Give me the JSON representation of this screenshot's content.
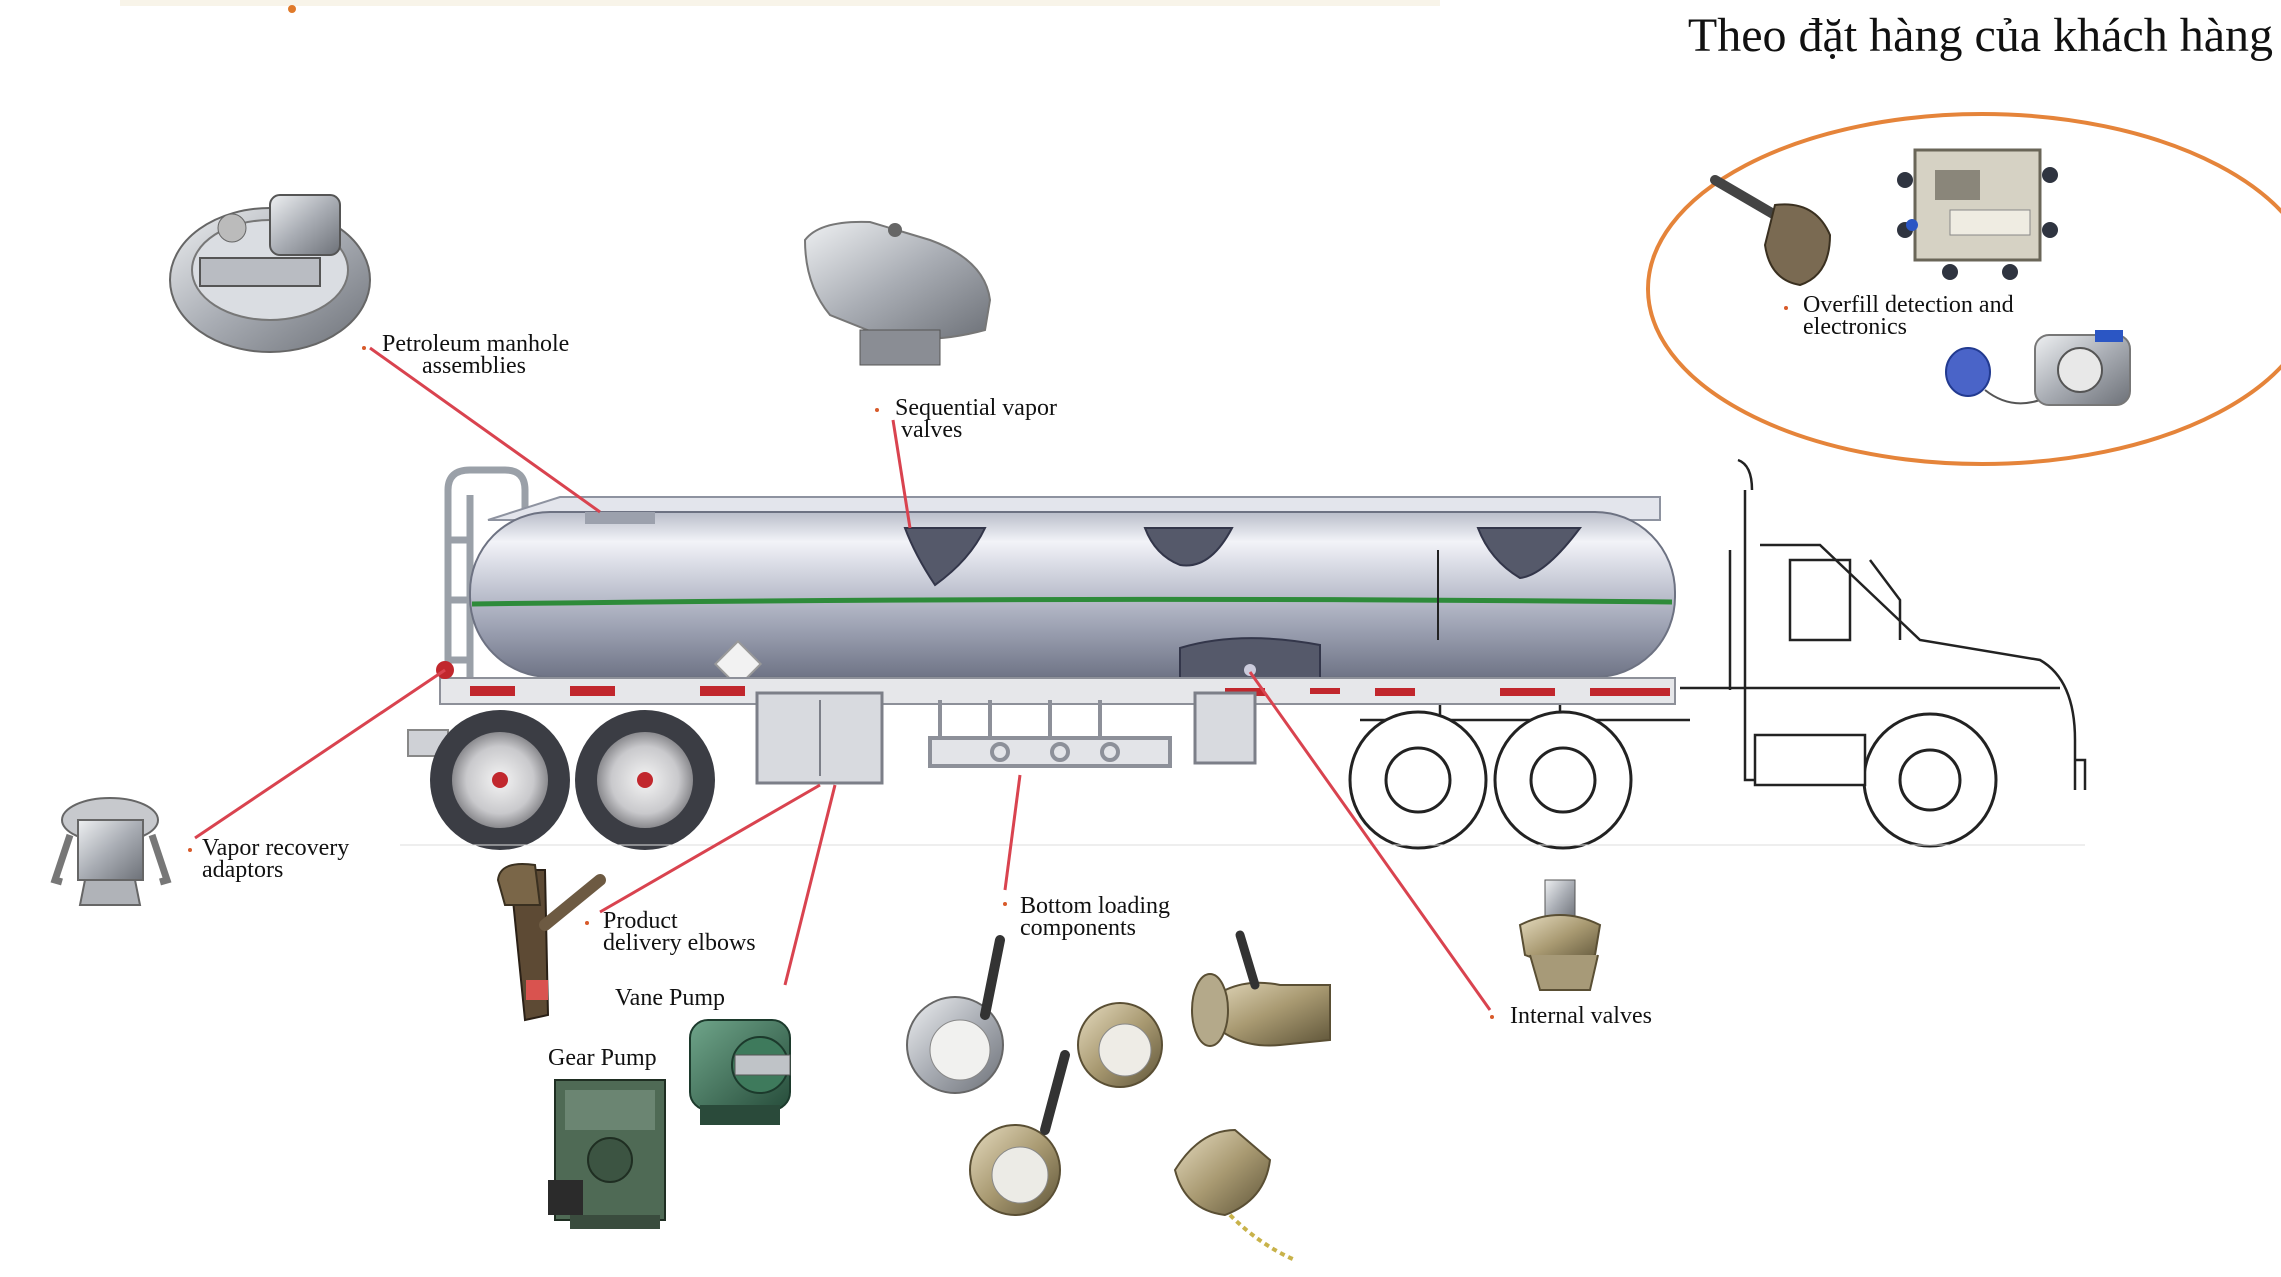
{
  "header": {
    "text": "Theo đặt hàng của khách hàng"
  },
  "colors": {
    "leader": "#d9434f",
    "bullet": "#d85a2a",
    "oval": "#e5843a",
    "tank_stripe": "#2e8b3a",
    "frame_red": "#c1272d"
  },
  "components": [
    {
      "id": "manhole",
      "lines": [
        "Petroleum manhole",
        "assemblies"
      ]
    },
    {
      "id": "sequential-vapor",
      "lines": [
        "Sequential vapor",
        "valves"
      ]
    },
    {
      "id": "overfill",
      "lines": [
        "Overfill detection and",
        "electronics"
      ]
    },
    {
      "id": "vapor-recovery",
      "lines": [
        "Vapor recovery",
        "adaptors"
      ]
    },
    {
      "id": "delivery-elbows",
      "lines": [
        "Product",
        "delivery elbows"
      ]
    },
    {
      "id": "vane-pump",
      "lines": [
        "Vane Pump"
      ]
    },
    {
      "id": "gear-pump",
      "lines": [
        "Gear Pump"
      ]
    },
    {
      "id": "bottom-loading",
      "lines": [
        "Bottom loading",
        "components"
      ]
    },
    {
      "id": "internal-valves",
      "lines": [
        "Internal valves"
      ]
    }
  ]
}
